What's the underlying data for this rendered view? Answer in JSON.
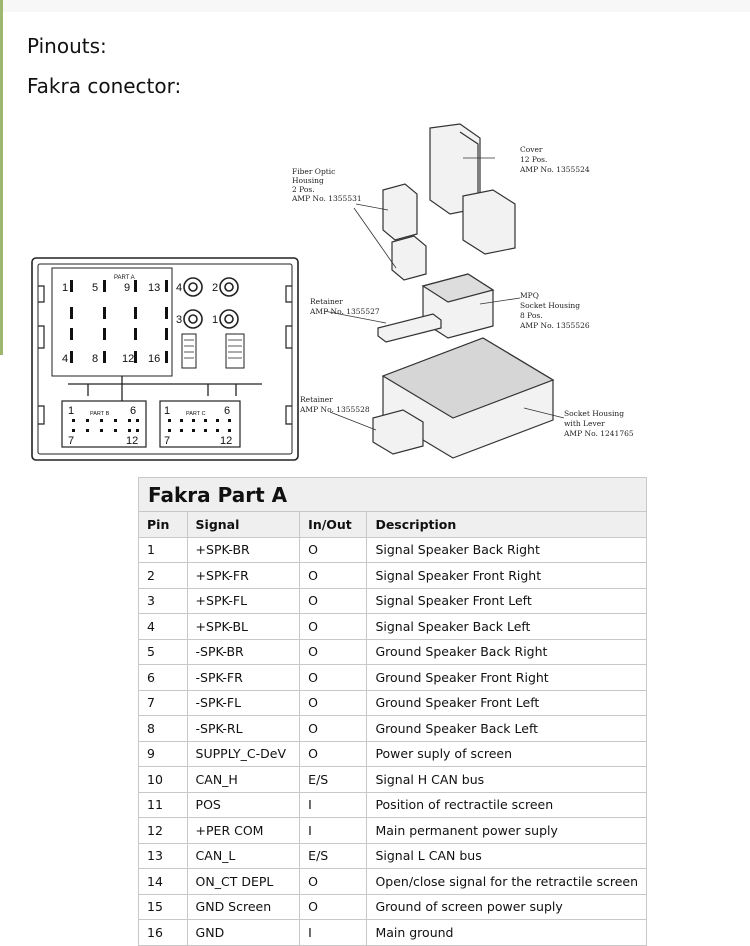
{
  "headings": {
    "pinouts": "Pinouts:",
    "connector": "Fakra conector:"
  },
  "connector_diagram": {
    "part_a": "PART A",
    "part_b": "PART B",
    "part_c": "PART C",
    "pin_labels": {
      "p1": "1",
      "p5": "5",
      "p9": "9",
      "p13": "13",
      "p4": "4",
      "p8": "8",
      "p12": "12",
      "p16": "16",
      "coax_4": "4",
      "coax_2": "2",
      "coax_3": "3",
      "coax_1": "1",
      "b1": "1",
      "b6": "6",
      "b7": "7",
      "b12": "12",
      "c1": "1",
      "c6": "6",
      "c7": "7",
      "c12": "12"
    }
  },
  "exploded_view": {
    "cover": [
      "Cover",
      "12 Pos.",
      "AMP No. 1355524"
    ],
    "fiber_optic": [
      "Fiber Optic",
      "Housing",
      "2 Pos.",
      "AMP No. 1355531"
    ],
    "retainer1": [
      "Retainer",
      "AMP No. 1355527"
    ],
    "mpq": [
      "MPQ",
      "Socket Housing",
      "8 Pos.",
      "AMP No. 1355526"
    ],
    "retainer2": [
      "Retainer",
      "AMP No. 1355528"
    ],
    "socket_lever": [
      "Socket Housing",
      "with Lever",
      "AMP No. 1241765"
    ]
  },
  "table": {
    "title": "Fakra Part A",
    "columns": [
      "Pin",
      "Signal",
      "In/Out",
      "Description"
    ],
    "rows": [
      [
        "1",
        "+SPK-BR",
        "O",
        "Signal Speaker Back Right"
      ],
      [
        "2",
        "+SPK-FR",
        "O",
        "Signal Speaker Front Right"
      ],
      [
        "3",
        "+SPK-FL",
        "O",
        "Signal Speaker Front Left"
      ],
      [
        "4",
        "+SPK-BL",
        "O",
        "Signal Speaker Back Left"
      ],
      [
        "5",
        "-SPK-BR",
        "O",
        "Ground Speaker Back Right"
      ],
      [
        "6",
        "-SPK-FR",
        "O",
        "Ground Speaker Front Right"
      ],
      [
        "7",
        "-SPK-FL",
        "O",
        "Ground Speaker Front Left"
      ],
      [
        "8",
        "-SPK-RL",
        "O",
        "Ground Speaker Back Left"
      ],
      [
        "9",
        "SUPPLY_C-DeV",
        "O",
        "Power suply of screen"
      ],
      [
        "10",
        "CAN_H",
        "E/S",
        "Signal H CAN bus"
      ],
      [
        "11",
        "POS",
        "I",
        "Position of rectractile screen"
      ],
      [
        "12",
        "+PER COM",
        "I",
        "Main permanent power suply"
      ],
      [
        "13",
        "CAN_L",
        "E/S",
        "Signal L CAN bus"
      ],
      [
        "14",
        "ON_CT DEPL",
        "O",
        "Open/close signal for the retractile screen"
      ],
      [
        "15",
        "GND Screen",
        "O",
        "Ground of screen power suply"
      ],
      [
        "16",
        "GND",
        "I",
        "Main ground"
      ]
    ]
  }
}
